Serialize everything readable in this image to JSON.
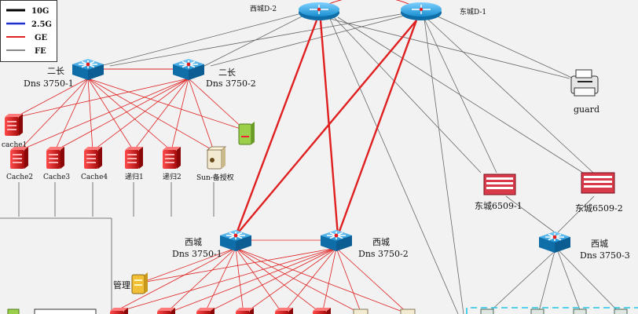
{
  "legend": [
    {
      "label": "10G",
      "color": "#000000"
    },
    {
      "label": "2.5G",
      "color": "#1f2fd0"
    },
    {
      "label": "GE",
      "color": "#e02020"
    },
    {
      "label": "FE",
      "color": "#111111"
    }
  ],
  "core": {
    "left": "西城D-2",
    "right": "东城D-1"
  },
  "changchang": {
    "sw1": {
      "line1": "二长",
      "line2": "Dns 3750-1"
    },
    "sw2": {
      "line1": "二长",
      "line2": "Dns 3750-2"
    }
  },
  "servers": [
    "cache1",
    "Cache2",
    "Cache3",
    "Cache4",
    "递归1",
    "递归2",
    "Sun-备授权"
  ],
  "guard": "guard",
  "dongcheng": {
    "sw1": "东城6509-1",
    "sw2": "东城6509-2"
  },
  "xicheng": {
    "sw1": {
      "line1": "西城",
      "line2": "Dns 3750-1"
    },
    "sw2": {
      "line1": "西城",
      "line2": "Dns 3750-2"
    },
    "sw3": {
      "line1": "西城",
      "line2": "Dns 3750-3"
    }
  },
  "mgmt": "管理",
  "colors": {
    "red_server": "#d42020",
    "switch_blue": "#1a8fd0",
    "ge_line": "#e02020"
  }
}
